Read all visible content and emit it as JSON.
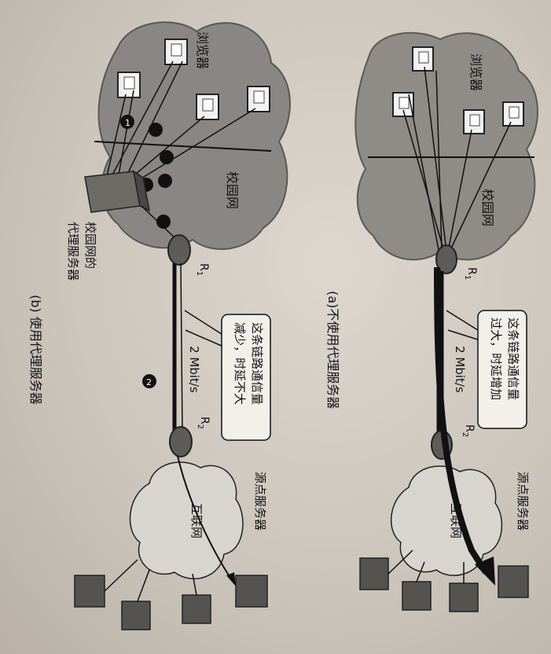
{
  "panel_a": {
    "caption": "(a)不使用代理服务器",
    "browser_label": "浏览器",
    "campus_label": "校园网",
    "router_r1": "R",
    "router_r1_sub": "1",
    "router_r2": "R",
    "router_r2_sub": "2",
    "link_speed": "2 Mbit/s",
    "callout_line1": "这条链路通信量",
    "callout_line2": "过大，时延增加",
    "internet_label": "互联网",
    "origin_server_label": "源点服务器"
  },
  "panel_b": {
    "caption": "(b) 使用代理服务器",
    "browser_label": "浏览器",
    "campus_label": "校园网",
    "proxy_label_line1": "校园网的",
    "proxy_label_line2": "代理服务器",
    "router_r1": "R",
    "router_r1_sub": "1",
    "router_r2": "R",
    "router_r2_sub": "2",
    "link_speed": "2 Mbit/s",
    "callout_line1": "这条链路通信量",
    "callout_line2": "减少，时延不大",
    "internet_label": "互联网",
    "origin_server_label": "源点服务器",
    "step_marker_1": "1",
    "step_marker_2": "2"
  },
  "colors": {
    "cloud": "#8d8a87",
    "cloud_dark": "#6f6c69",
    "ink": "#111111",
    "server": "#555350",
    "callout_bg": "#f3f0ea"
  }
}
